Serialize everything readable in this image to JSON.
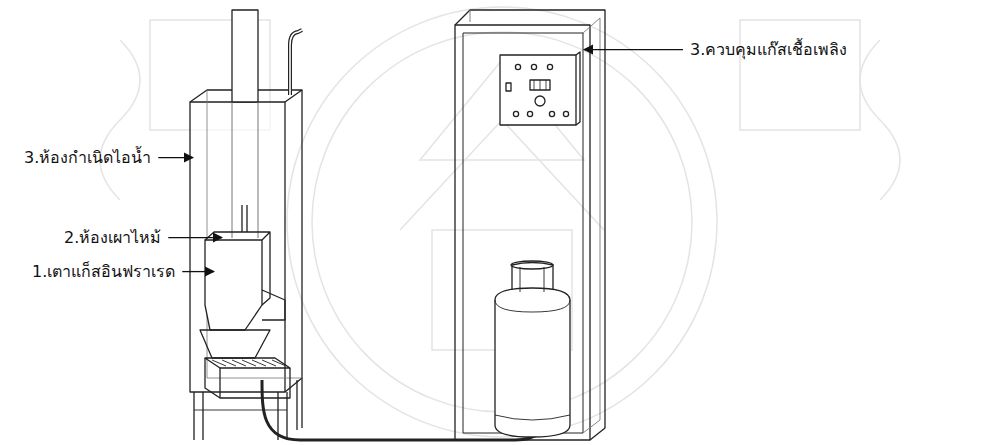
{
  "diagram": {
    "labels": [
      "3.ห้องกำเนิดไอน้ำ",
      "2.ห้องเผาไหม้",
      "1.เตาแก็สอินฟราเรด",
      "3.ควบคุมแก๊สเชื้อเพลิง"
    ]
  }
}
